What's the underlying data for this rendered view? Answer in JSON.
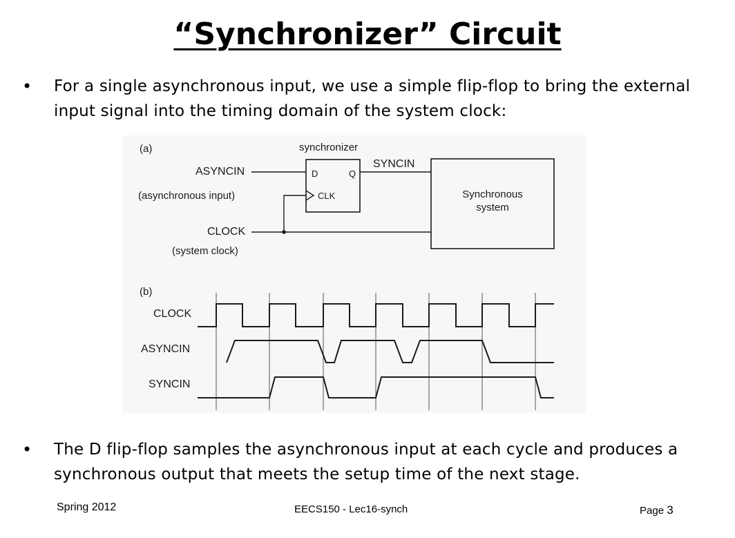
{
  "title": "“Synchronizer” Circuit",
  "bullets": [
    {
      "marker": "•",
      "text": "For a single asynchronous input, we use a simple flip-flop to bring the external input signal into the timing domain of the system clock:"
    },
    {
      "marker": "•",
      "text": "The D flip-flop samples the asynchronous input at each cycle and produces a synchronous output that meets the setup time of the next stage."
    }
  ],
  "figure_a": {
    "panel_label": "(a)",
    "block_label": "synchronizer",
    "d_label": "D",
    "q_label": "Q",
    "clk_label": "CLK",
    "asyncin_label": "ASYNCIN",
    "asyncin_desc": "(asynchronous input)",
    "clock_label": "CLOCK",
    "clock_desc": "(system clock)",
    "syncin_label": "SYNCIN",
    "system_line1": "Synchronous",
    "system_line2": "system"
  },
  "figure_b": {
    "panel_label": "(b)",
    "clock_label": "CLOCK",
    "asyncin_label": "ASYNCIN",
    "syncin_label": "SYNCIN"
  },
  "footer": {
    "left": "Spring 2012",
    "center": "EECS150 - Lec16-synch",
    "right_label": "Page",
    "right_number": "3"
  }
}
